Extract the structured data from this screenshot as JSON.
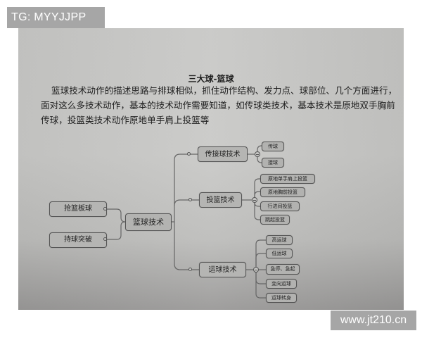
{
  "watermarks": {
    "top_left": "TG: MYYJJPP",
    "bottom_right": "www.jt210.cn"
  },
  "document": {
    "title": "三大球-篮球",
    "paragraph_lines": [
      "篮球技术动作的描述思路与排球相似，抓住动作结构、发力点、球部位、几个方面进行，",
      "面对这么多技术动作，基本的技术动作需要知道，如传球类技术，基本技术是原地双手胸前",
      "传球，投篮类技术动作原地单手肩上投篮等"
    ]
  },
  "mindmap": {
    "root": "篮球技术",
    "left_branches": [
      "抢篮板球",
      "持球突破"
    ],
    "right_branches": [
      {
        "label": "传接球技术",
        "children": [
          "传球",
          "接球"
        ]
      },
      {
        "label": "投篮技术",
        "children": [
          "原地单手肩上投篮",
          "原地胸前投篮",
          "行进间投篮",
          "跳起投篮"
        ]
      },
      {
        "label": "运球技术",
        "children": [
          "高运球",
          "低运球",
          "急停、急起",
          "变向运球",
          "运球转身"
        ]
      }
    ]
  },
  "colors": {
    "photo_paper": "#c8c8c6",
    "node_fill": "#b5b5b3",
    "node_border": "#555555",
    "watermark_bg": "#a6a6a6"
  }
}
